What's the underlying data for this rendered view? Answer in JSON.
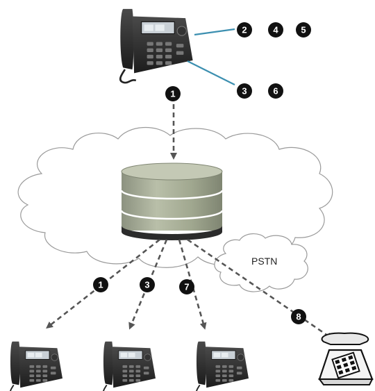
{
  "diagram": {
    "pstn_label": "PSTN",
    "badges": {
      "top_phone_key_steps": [
        "2",
        "4",
        "5"
      ],
      "top_phone_dial_steps": [
        "3",
        "6"
      ],
      "top_phone_to_server": "1",
      "server_to_phone_a": "1",
      "server_to_phone_b": "3",
      "server_to_phone_c": "7",
      "server_to_landline": "8"
    },
    "colors": {
      "pointer_line": "#3c8fb0",
      "badge_fill": "#111111",
      "arrow": "#555555",
      "server_body": "#a3aa92",
      "server_dark_base": "#2b2b2b"
    },
    "icons": [
      "ip-desk-phone-icon",
      "server-database-icon",
      "network-cloud-icon",
      "pstn-cloud-icon",
      "landline-telephone-icon"
    ]
  }
}
